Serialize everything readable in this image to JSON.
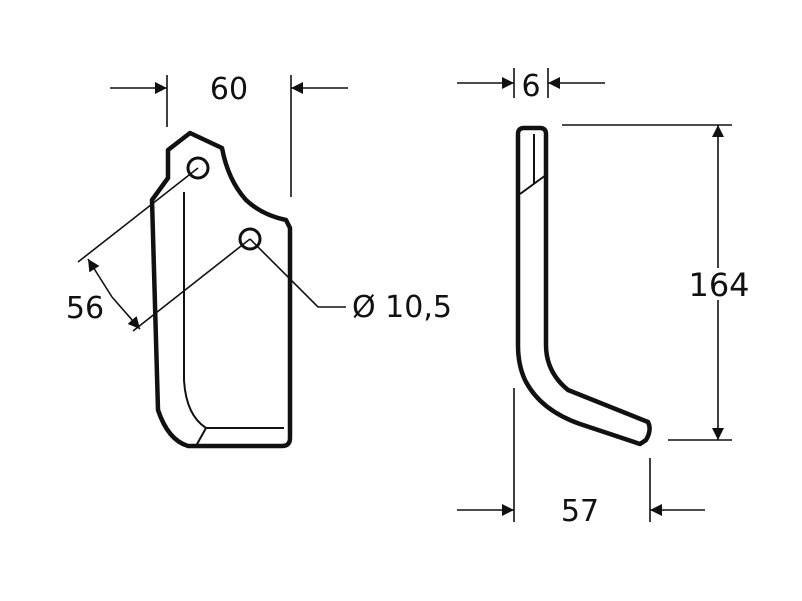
{
  "dimensions": {
    "width": "60",
    "pitch": "56",
    "hole_diameter": "Ø 10,5",
    "thickness": "6",
    "height": "164",
    "offset": "57"
  },
  "colors": {
    "line": "#111111",
    "background": "#ffffff"
  }
}
